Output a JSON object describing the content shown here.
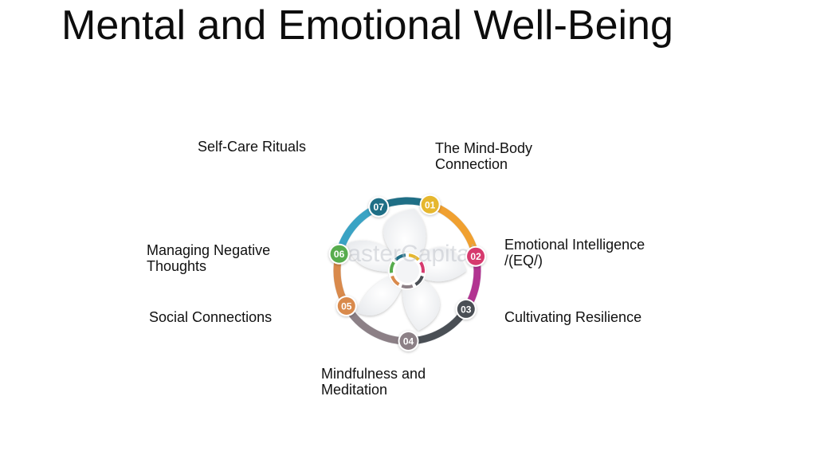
{
  "slide": {
    "title": "Mental and Emotional Well-Being"
  },
  "watermark": {
    "text": "FasterCapital"
  },
  "cycle": {
    "items": [
      {
        "number": "01",
        "label": "The Mind-Body\nConnection",
        "color": "#e6b72e"
      },
      {
        "number": "02",
        "label": "Emotional Intelligence\n/(EQ/)",
        "color": "#d63a6e"
      },
      {
        "number": "03",
        "label": "Cultivating Resilience",
        "color": "#4a4f55"
      },
      {
        "number": "04",
        "label": "Mindfulness and\nMeditation",
        "color": "#8c8086"
      },
      {
        "number": "05",
        "label": "Social Connections",
        "color": "#d98a4c"
      },
      {
        "number": "06",
        "label": "Managing Negative\nThoughts",
        "color": "#57ac4d"
      },
      {
        "number": "07",
        "label": "Self-Care Rituals",
        "color": "#1f6f86"
      }
    ]
  },
  "colors": {
    "segment_01_to_02": "#f0a030",
    "segment_02_to_03": "#b23491",
    "segment_06_to_07": "#3aa3c4"
  }
}
